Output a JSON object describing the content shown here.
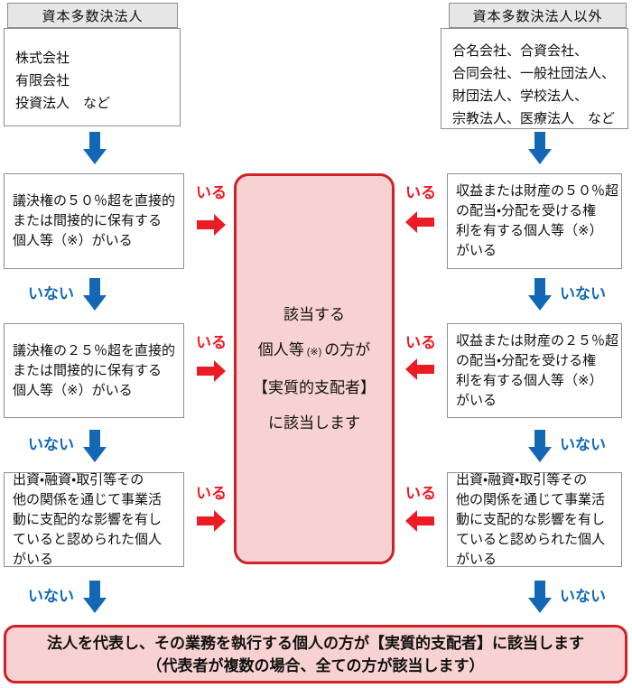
{
  "colors": {
    "arrow_blue": "#1268b4",
    "arrow_red": "#ec1c24",
    "box_border_red": "#cf2127",
    "pink_fill": "#f8d2d2",
    "header_fill": "#e6e6e6",
    "gray_border": "#8f8f8f"
  },
  "left_column": {
    "header": "資本多数決法人",
    "intro": "株式会社\n有限会社\n投資法人　など",
    "steps": [
      {
        "text": "議決権の５０％超を直接的\nまたは間接的に保有する\n個人等（※）がいる",
        "yes": "いる",
        "no": "いない"
      },
      {
        "text": "議決権の２５％超を直接的\nまたは間接的に保有する\n個人等（※）がいる",
        "yes": "いる",
        "no": "いない"
      },
      {
        "text": "出資・融資・取引等その\n他の関係を通じて事業活\n動に支配的な影響を有し\nていると認められた個人\nがいる",
        "yes": "いる",
        "no": "いない"
      }
    ]
  },
  "right_column": {
    "header": "資本多数決法人以外",
    "intro": "合名会社、合資会社、\n合同会社、一般社団法人、\n財団法人、学校法人、\n宗教法人、医療法人　など",
    "steps": [
      {
        "text": "収益または財産の５０％超\nの配当・分配を受ける権\n利を有する個人等（※）\nがいる",
        "yes": "いる",
        "no": "いない"
      },
      {
        "text": "収益または財産の２５％超\nの配当・分配を受ける権\n利を有する個人等（※）\nがいる",
        "yes": "いる",
        "no": "いない"
      },
      {
        "text": "出資・融資・取引等その\n他の関係を通じて事業活\n動に支配的な影響を有し\nていると認められた個人\nがいる",
        "yes": "いる",
        "no": "いない"
      }
    ]
  },
  "center_box": {
    "line1": "該当する",
    "line2_pre": "個人等",
    "line2_small": "(※)",
    "line2_post": "の方が",
    "line3": "【実質的支配者】",
    "line4": "に該当します"
  },
  "bottom_box": {
    "text": "法人を代表し、その業務を執行する個人の方が【実質的支配者】に該当します\n（代表者が複数の場合、全ての方が該当します）"
  }
}
